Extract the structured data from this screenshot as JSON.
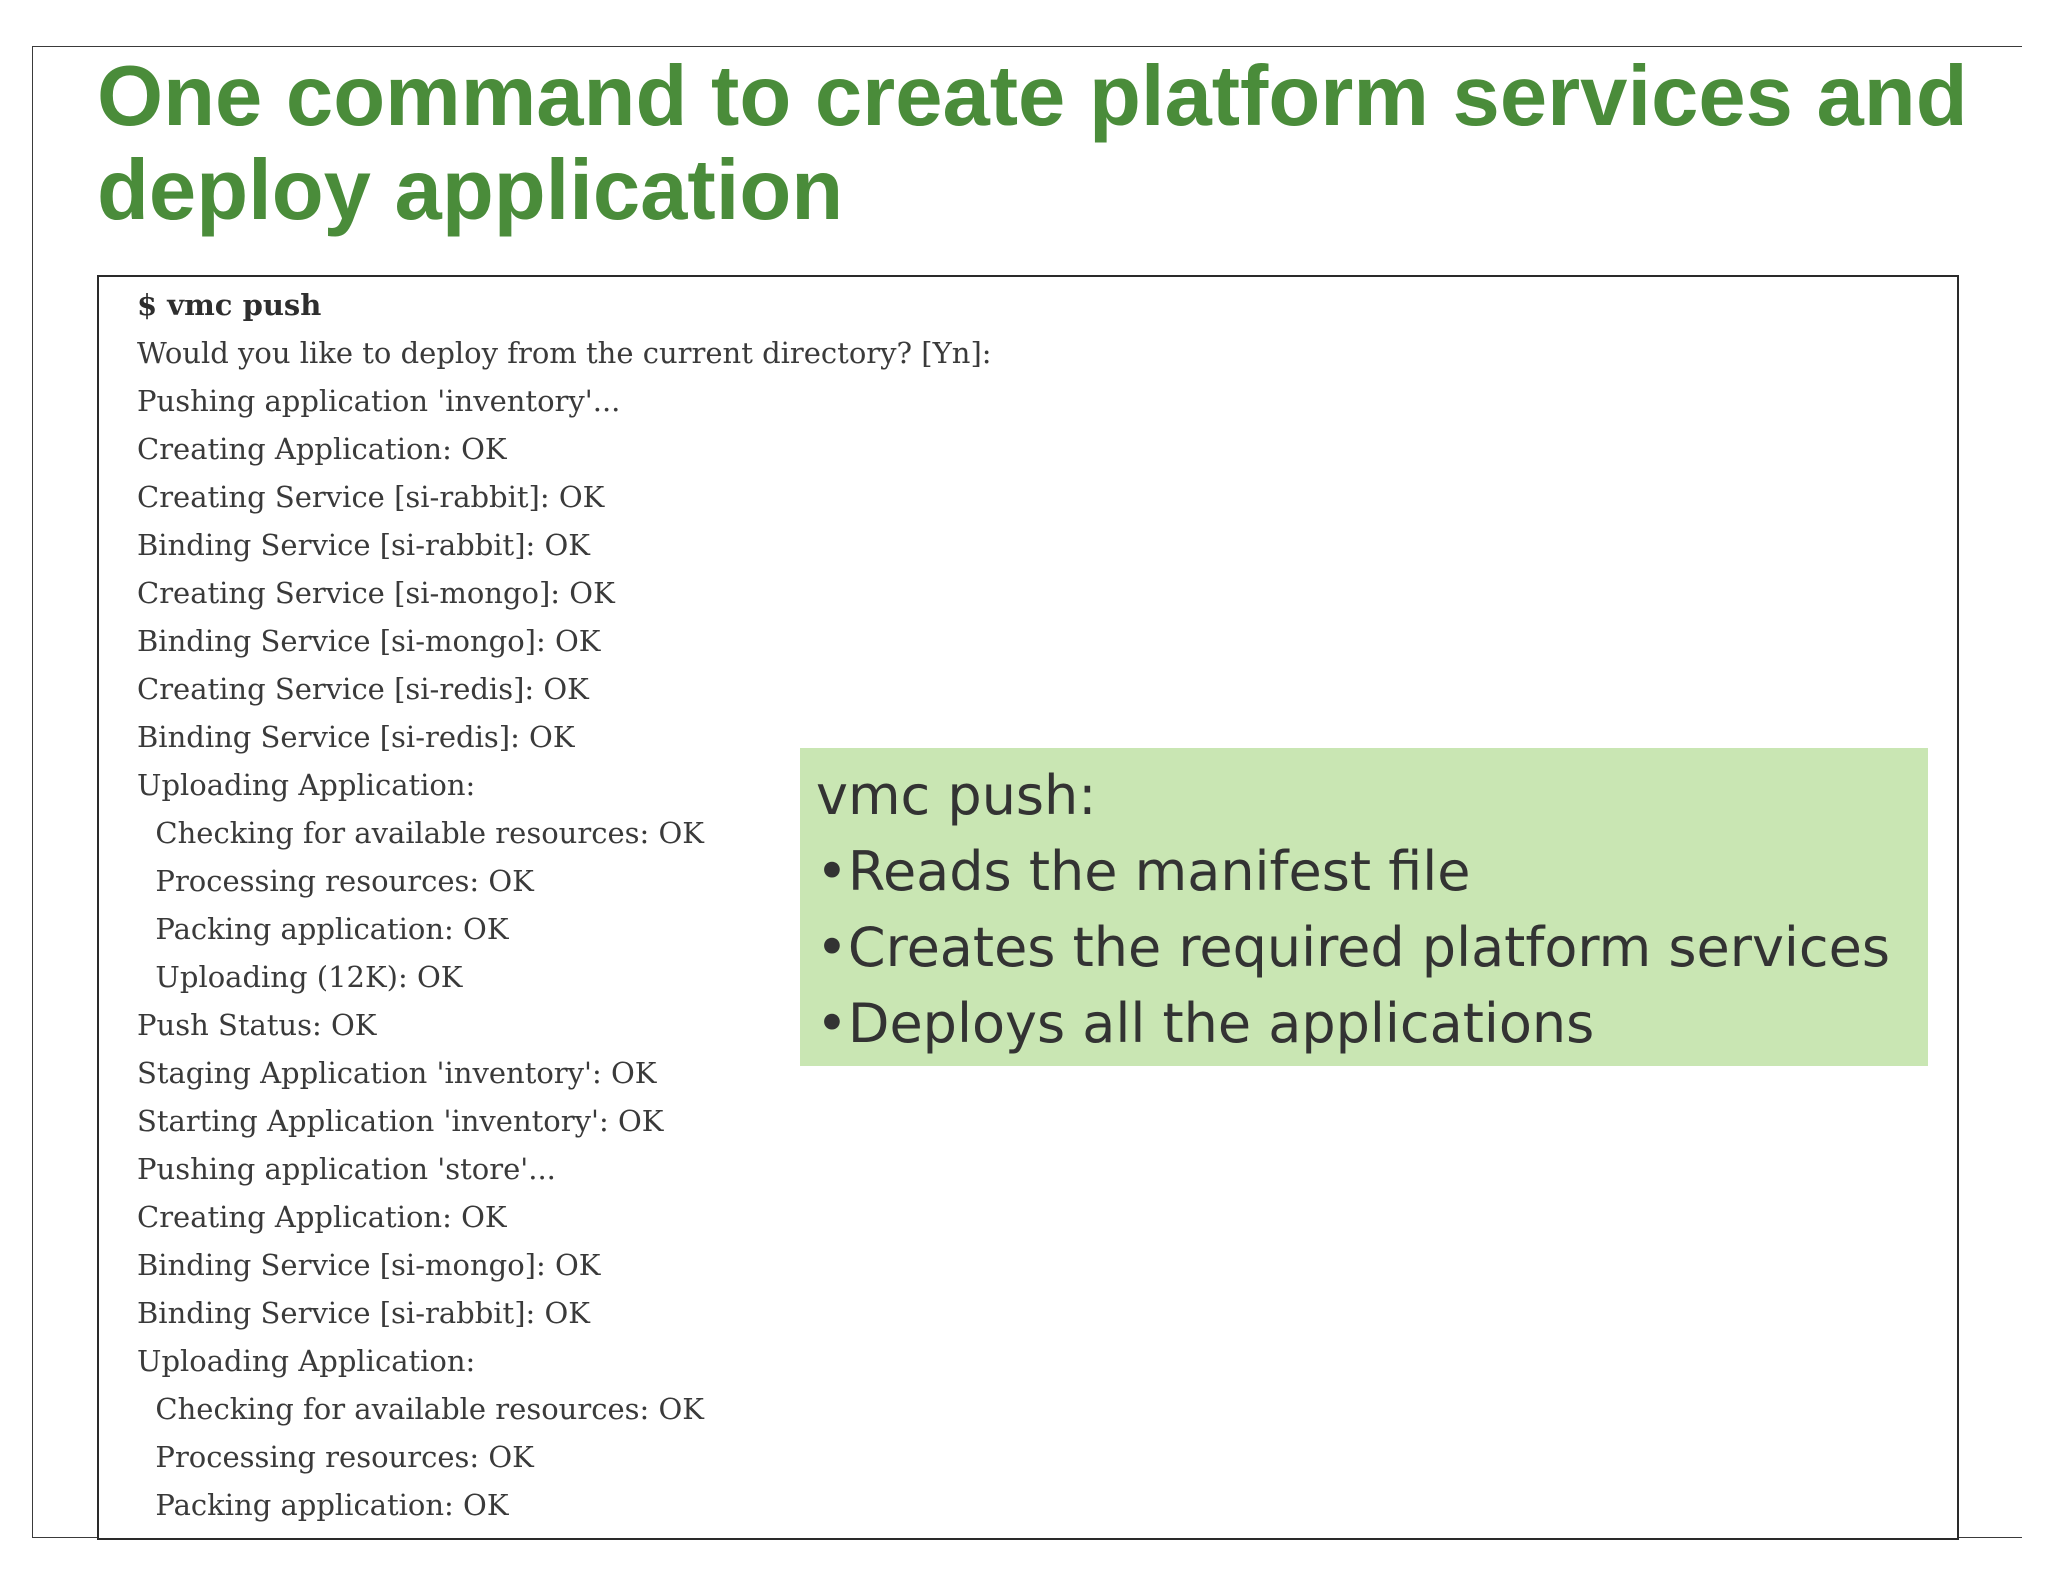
{
  "slide": {
    "title": "One command to create platform services and deploy application"
  },
  "terminal": {
    "lines": [
      "$ vmc push",
      "Would you like to deploy from the current directory? [Yn]:",
      "Pushing application 'inventory'...",
      "Creating Application: OK",
      "Creating Service [si-rabbit]: OK",
      "Binding Service [si-rabbit]: OK",
      "Creating Service [si-mongo]: OK",
      "Binding Service [si-mongo]: OK",
      "Creating Service [si-redis]: OK",
      "Binding Service [si-redis]: OK",
      "Uploading Application:",
      "  Checking for available resources: OK",
      "  Processing resources: OK",
      "  Packing application: OK",
      "  Uploading (12K): OK",
      "Push Status: OK",
      "Staging Application 'inventory': OK",
      "Starting Application 'inventory': OK",
      "Pushing application 'store'...",
      "Creating Application: OK",
      "Binding Service [si-mongo]: OK",
      "Binding Service [si-rabbit]: OK",
      "Uploading Application:",
      "  Checking for available resources: OK",
      "  Processing resources: OK",
      "  Packing application: OK"
    ]
  },
  "callout": {
    "heading": "vmc push:",
    "bullet_symbol": "•",
    "items": [
      "Reads the manifest file",
      "Creates the required platform services",
      "Deploys all the applications"
    ]
  },
  "colors": {
    "title_green": "#4a8c3a",
    "callout_background": "#c9e6b3",
    "text_dark": "#3a3a3a"
  }
}
